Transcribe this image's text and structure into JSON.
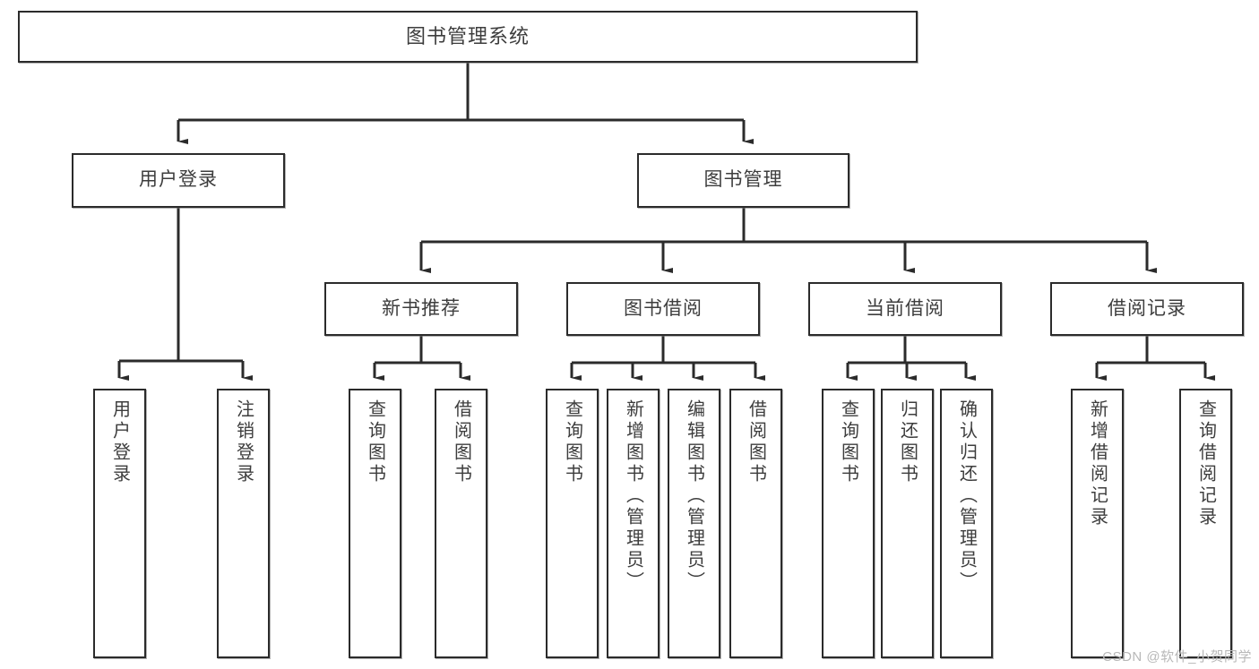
{
  "diagram": {
    "type": "tree-hierarchy",
    "title": "图书管理系统",
    "watermark": "CSDN @软件_小贺同学",
    "root": {
      "label": "图书管理系统"
    },
    "level2": [
      {
        "label": "用户登录"
      },
      {
        "label": "图书管理"
      }
    ],
    "level3": [
      {
        "label": "新书推荐"
      },
      {
        "label": "图书借阅"
      },
      {
        "label": "当前借阅"
      },
      {
        "label": "借阅记录"
      }
    ],
    "leaves": {
      "user_login": [
        {
          "label": "用户登录"
        },
        {
          "label": "注销登录"
        }
      ],
      "new_book_recommend": [
        {
          "label": "查询图书"
        },
        {
          "label": "借阅图书"
        }
      ],
      "book_borrow": [
        {
          "label": "查询图书"
        },
        {
          "label": "新增图书（管理员）"
        },
        {
          "label": "编辑图书（管理员）"
        },
        {
          "label": "借阅图书"
        }
      ],
      "current_borrow": [
        {
          "label": "查询图书"
        },
        {
          "label": "归还图书"
        },
        {
          "label": "确认归还（管理员）"
        }
      ],
      "borrow_record": [
        {
          "label": "新增借阅记录"
        },
        {
          "label": "查询借阅记录"
        }
      ]
    },
    "colors": {
      "stroke": "#2b2b2b",
      "fill": "#ffffff",
      "text": "#3d3d3d",
      "watermark": "#b8b8b8"
    }
  }
}
